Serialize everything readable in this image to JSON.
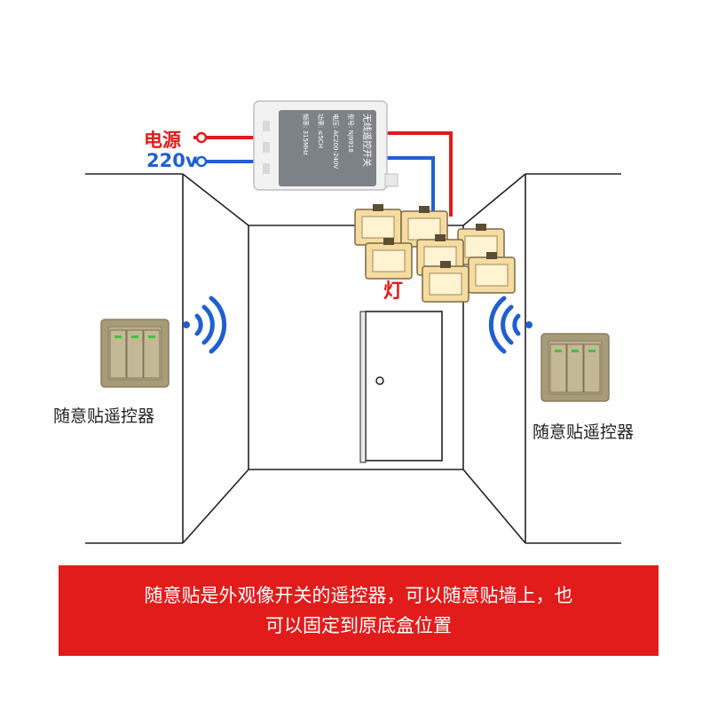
{
  "power": {
    "label_l": "电源",
    "label_n": "220v",
    "color_l": "#e21b1b",
    "color_n": "#1f5fd1"
  },
  "receiver": {
    "lines": [
      "无线遥控开关",
      "型号: NJ9918",
      "电压: AC200-240V",
      "功率: ≤5CH",
      "频率: 315MHz"
    ]
  },
  "lamp": {
    "label": "灯"
  },
  "remote_left": {
    "label": "随意贴遥控器"
  },
  "remote_right": {
    "label": "随意贴遥控器"
  },
  "banner": {
    "line1": "随意贴是外观像开关的遥控器，可以随意贴墙上，也",
    "line2": "可以固定到原底盒位置"
  },
  "colors": {
    "wall_line": "#222222",
    "banner_bg": "#e21b1b",
    "switch_plate": "#a89b78",
    "signal": "#1f5fd1",
    "lamp_glow": "#f6dca0"
  }
}
